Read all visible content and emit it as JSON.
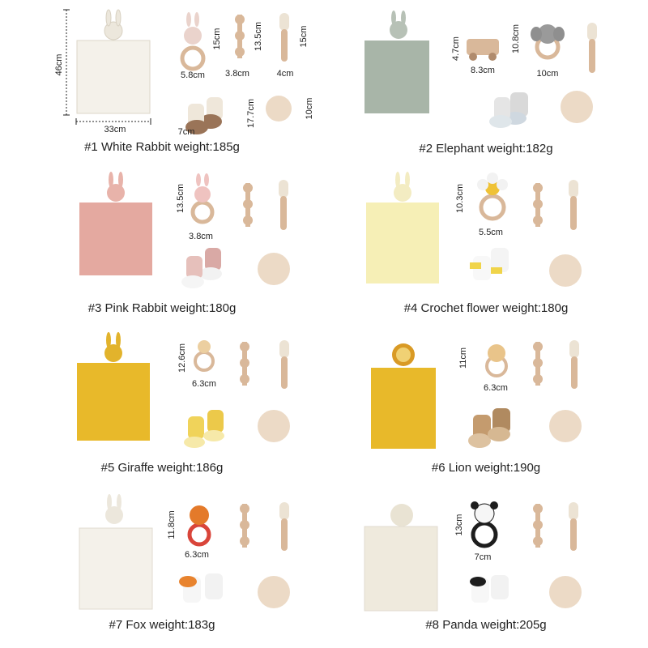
{
  "sets": [
    {
      "caption": "#1 White Rabbit  weight:185g",
      "dims": [
        "46cm",
        "33cm",
        "15cm",
        "5.8cm",
        "13.5cm",
        "3.8cm",
        "15cm",
        "4cm",
        "17.7cm",
        "7cm",
        "10cm"
      ]
    },
    {
      "caption": "#2 Elephant  weight:182g",
      "dims": [
        "4.7cm",
        "8.3cm",
        "10.8cm",
        "10cm"
      ]
    },
    {
      "caption": "#3 Pink Rabbit  weight:180g",
      "dims": [
        "13.5cm",
        "3.8cm"
      ]
    },
    {
      "caption": "#4 Crochet flower  weight:180g",
      "dims": [
        "10.3cm",
        "5.5cm"
      ]
    },
    {
      "caption": "#5 Giraffe  weight:186g",
      "dims": [
        "12.6cm",
        "6.3cm"
      ]
    },
    {
      "caption": "#6 Lion  weight:190g",
      "dims": [
        "11cm",
        "6.3cm"
      ]
    },
    {
      "caption": "#7 Fox  weight:183g",
      "dims": [
        "11.8cm",
        "6.3cm"
      ]
    },
    {
      "caption": "#8 Panda  weight:205g",
      "dims": [
        "13cm",
        "7cm"
      ]
    }
  ],
  "colors": {
    "white": "#f4f1ea",
    "sage": "#a8b5a8",
    "pink": "#e4a9a0",
    "cream": "#f6efb6",
    "mustard": "#e8b92a",
    "ivory": "#efeadd",
    "wood": "#d9b89a",
    "card": "#ecdac6"
  },
  "icons": [
    "blanket-icon",
    "teether-icon",
    "rattle-icon",
    "brush-icon",
    "socks-icon",
    "milestone-card-icon"
  ]
}
